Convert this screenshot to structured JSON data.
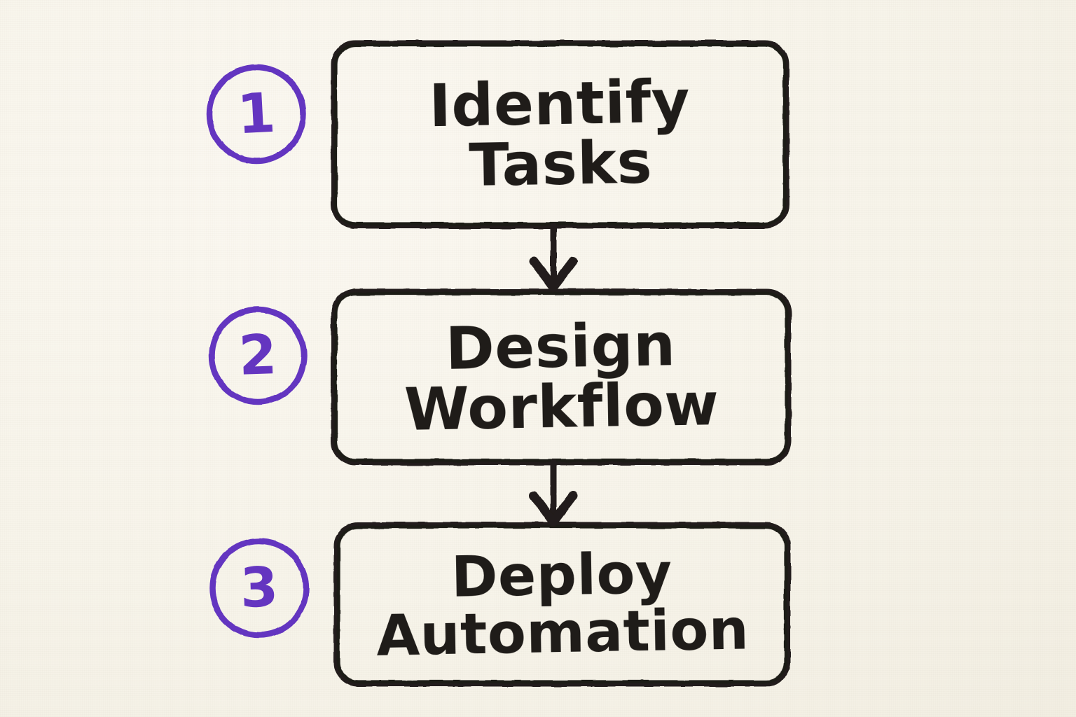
{
  "diagram": {
    "title": "Automation process flowchart",
    "style": "hand-drawn marker sketch on cream paper",
    "background_color": "#f8f5ed",
    "ink_color": "#1f1c19",
    "accent_color": "#6435c0",
    "orientation": "vertical top-to-bottom"
  },
  "steps": [
    {
      "number": "1",
      "label_line1": "Identify",
      "label_line2": "Tasks",
      "full_label": "Identify Tasks",
      "badge_name": "step-badge-1"
    },
    {
      "number": "2",
      "label_line1": "Design",
      "label_line2": "Workflow",
      "full_label": "Design Workflow",
      "badge_name": "step-badge-2"
    },
    {
      "number": "3",
      "label_line1": "Deploy",
      "label_line2": "Automation",
      "full_label": "Deploy Automation",
      "badge_name": "step-badge-3"
    }
  ],
  "connectors": [
    {
      "from": "Identify Tasks",
      "to": "Design Workflow",
      "kind": "arrow-down"
    },
    {
      "from": "Design Workflow",
      "to": "Deploy Automation",
      "kind": "arrow-down"
    }
  ]
}
